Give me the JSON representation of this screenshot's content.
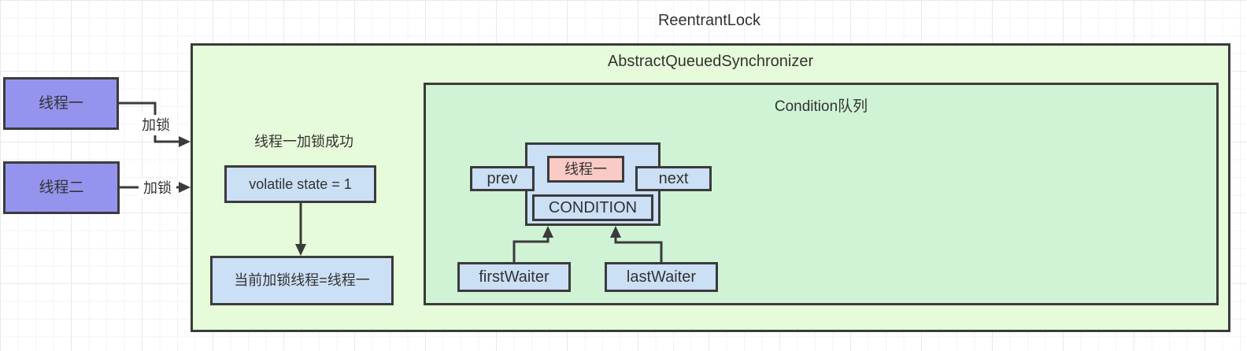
{
  "diagram": {
    "title": "ReentrantLock",
    "aqs": {
      "title": "AbstractQueuedSynchronizer",
      "lock_success_note": "线程一加锁成功",
      "state_box_label": "volatile state = 1",
      "owner_box_label": "当前加锁线程=线程一"
    },
    "threads": [
      {
        "label": "线程一"
      },
      {
        "label": "线程二"
      }
    ],
    "edges": [
      {
        "label": "加锁"
      },
      {
        "label": "加锁"
      }
    ],
    "condition_queue": {
      "title": "Condition队列",
      "node": {
        "thread_label": "线程一",
        "prev_label": "prev",
        "next_label": "next",
        "state_label": "CONDITION"
      },
      "first_waiter_label": "firstWaiter",
      "last_waiter_label": "lastWaiter"
    },
    "colors": {
      "thread_fill": "#9494ee",
      "aqs_fill": "#e6fbd9",
      "condition_fill": "#cff3d4",
      "blue_fill": "#cbdff5",
      "pink_fill": "#f9cac6",
      "border": "#3b3b3b",
      "text": "#333333"
    }
  }
}
